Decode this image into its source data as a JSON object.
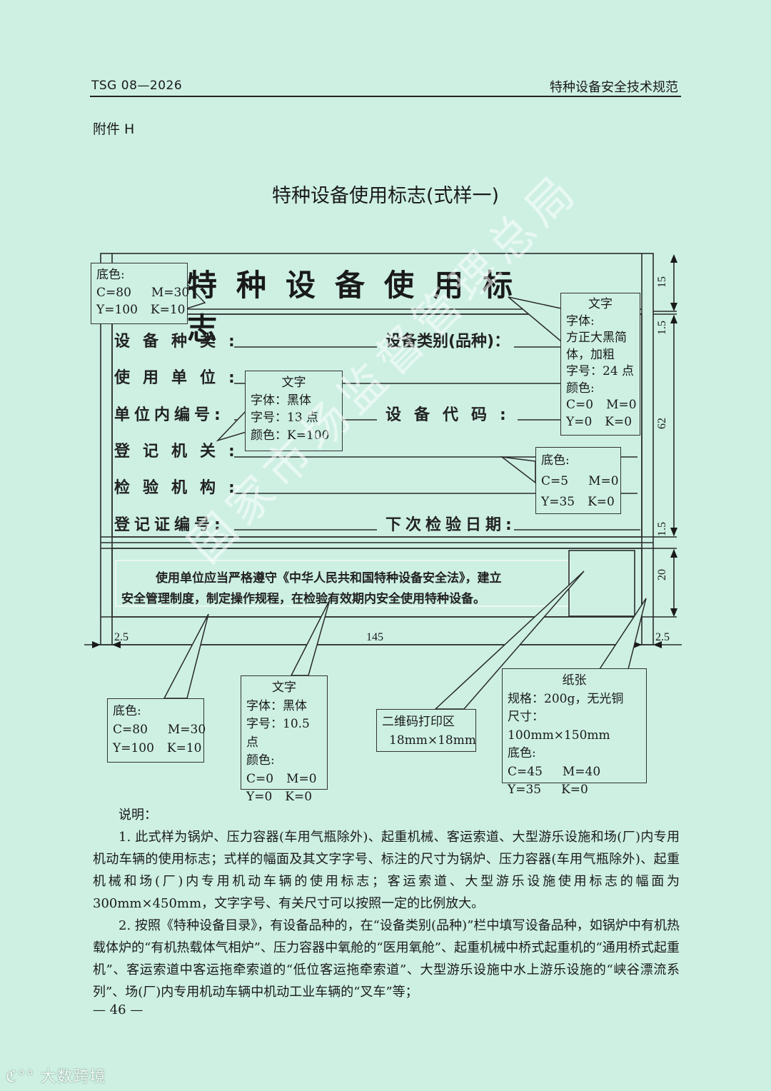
{
  "header": {
    "left": "TSG 08—2026",
    "right": "特种设备安全技术规范"
  },
  "appendix": "附件 H",
  "doc_title": "特种设备使用标志(式样一)",
  "sign": {
    "title": "特种设备使用标志",
    "fields": [
      {
        "label": "设备种类:",
        "right_label": "设备类别(品种)："
      },
      {
        "label": "使用单位:"
      },
      {
        "label": "单位内编号:",
        "right_label": "设备代码:"
      },
      {
        "label": "登记机关:"
      },
      {
        "label": "检验机构:"
      },
      {
        "label": "登记证编号:",
        "right_label": "下次检验日期:"
      }
    ],
    "notice_line1": "使用单位应当严格遵守《中华人民共和国特种设备安全法》，建立",
    "notice_line2": "安全管理制度，制定操作规程，在检验有效期内安全使用特种设备。"
  },
  "dimensions": {
    "top_band": "15",
    "gap1": "1.5",
    "body": "62",
    "gap2": "1.5",
    "bottom_band": "20",
    "left_margin": "2.5",
    "width": "145",
    "right_margin": "2.5"
  },
  "callouts": {
    "top_left_bg": {
      "title": "底色:",
      "c": "C=80",
      "m": "M=30",
      "y": "Y=100",
      "k": "K=10"
    },
    "title_text": {
      "title": "文字",
      "line1": "字体:",
      "line2": "方正大黑简",
      "line3": "体，加粗",
      "line4": "字号：24 点",
      "line5": "颜色:",
      "c": "C=0",
      "m": "M=0",
      "y": "Y=0",
      "k": "K=0"
    },
    "field_text": {
      "title": "文字",
      "line1": "字体：黑体",
      "line2": "字号：13 点",
      "line3": "颜色：K=100"
    },
    "body_bg": {
      "title": "底色:",
      "c": "C=5",
      "m": "M=0",
      "y": "Y=35",
      "k": "K=0"
    },
    "bottom_bg": {
      "title": "底色:",
      "c": "C=80",
      "m": "M=30",
      "y": "Y=100",
      "k": "K=10"
    },
    "notice_text": {
      "title": "文字",
      "line1": "字体：黑体",
      "line2": "字号：10.5 点",
      "line3": "颜色:",
      "c": "C=0",
      "m": "M=0",
      "y": "Y=0",
      "k": "K=0"
    },
    "qr": {
      "line1": "二维码打印区",
      "line2": "18mm×18mm"
    },
    "paper": {
      "title": "纸张",
      "line1": "规格：200g，无光铜",
      "line2": "尺寸：100mm×150mm",
      "line3": "底色:",
      "c": "C=45",
      "m": "M=40",
      "y": "Y=35",
      "k": "K=0"
    }
  },
  "notes": {
    "heading": "说明：",
    "items": [
      "1. 此式样为锅炉、压力容器(车用气瓶除外)、起重机械、客运索道、大型游乐设施和场(厂)内专用机动车辆的使用标志；式样的幅面及其文字字号、标注的尺寸为锅炉、压力容器(车用气瓶除外)、起重机械和场(厂)内专用机动车辆的使用标志；客运索道、大型游乐设施使用标志的幅面为 300mm×450mm，文字字号、有关尺寸可以按照一定的比例放大。",
      "2. 按照《特种设备目录》，有设备品种的，在“设备类别(品种)”栏中填写设备品种，如锅炉中有机热载体炉的“有机热载体气相炉”、压力容器中氧舱的“医用氧舱”、起重机械中桥式起重机的“通用桥式起重机”、客运索道中客运拖牵索道的“低位客运拖牵索道”、大型游乐设施中水上游乐设施的“峡谷漂流系列”、场(厂)内专用机动车辆中机动工业车辆的“叉车”等；"
    ]
  },
  "page_number": "— 46 —",
  "watermark": "国家市场监督管理总局",
  "source_logo": "大数跨境"
}
